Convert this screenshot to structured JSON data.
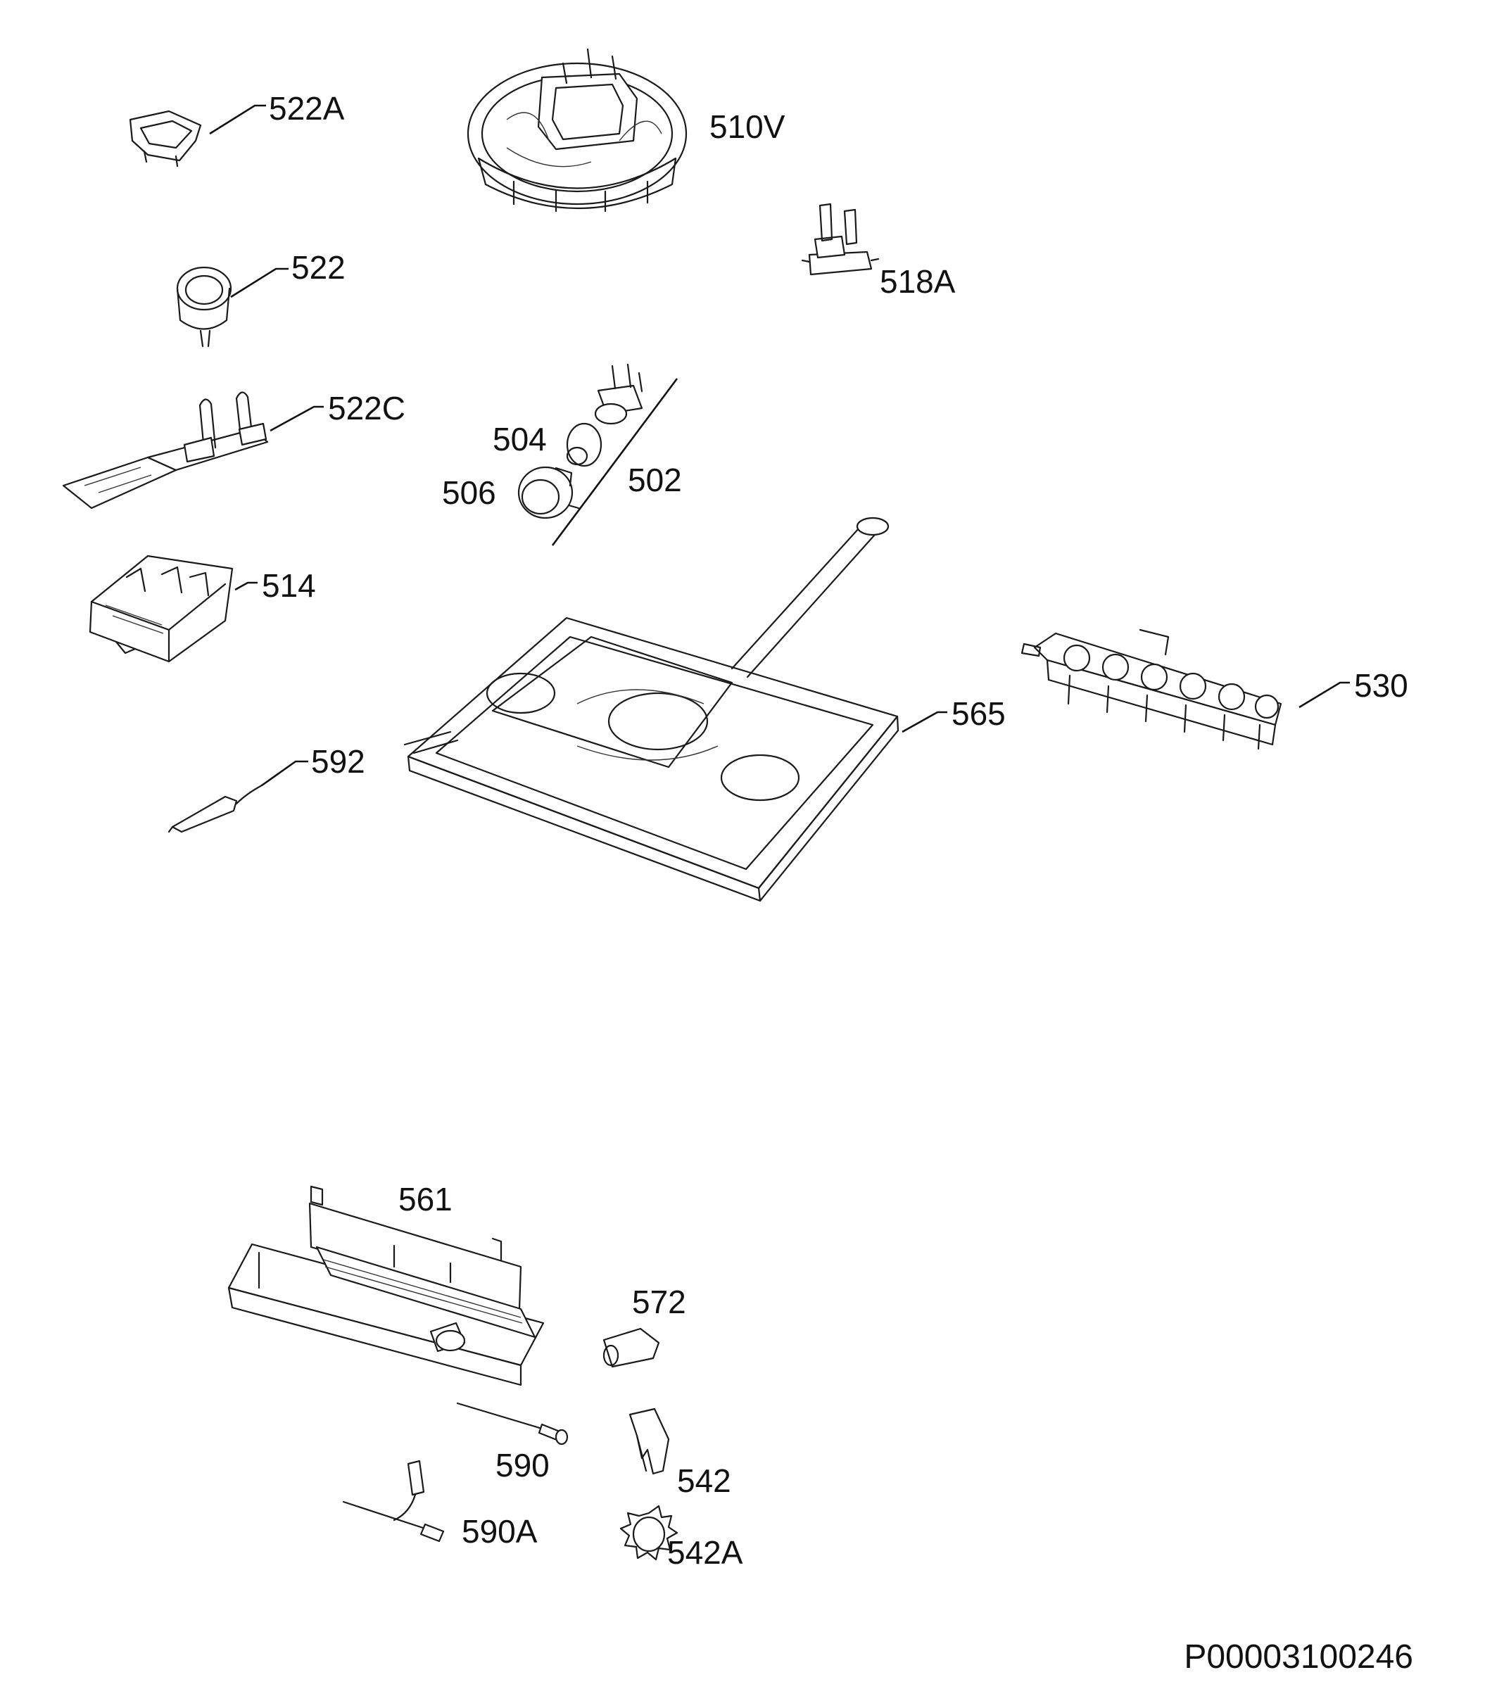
{
  "parts": [
    {
      "id": "p522A",
      "label": "522A"
    },
    {
      "id": "p510V",
      "label": "510V"
    },
    {
      "id": "p522",
      "label": "522"
    },
    {
      "id": "p518A",
      "label": "518A"
    },
    {
      "id": "p522C",
      "label": "522C"
    },
    {
      "id": "p504",
      "label": "504"
    },
    {
      "id": "p502",
      "label": "502"
    },
    {
      "id": "p506",
      "label": "506"
    },
    {
      "id": "p514",
      "label": "514"
    },
    {
      "id": "p530",
      "label": "530"
    },
    {
      "id": "p565",
      "label": "565"
    },
    {
      "id": "p592",
      "label": "592"
    },
    {
      "id": "p561",
      "label": "561"
    },
    {
      "id": "p572",
      "label": "572"
    },
    {
      "id": "p590",
      "label": "590"
    },
    {
      "id": "p542",
      "label": "542"
    },
    {
      "id": "p590A",
      "label": "590A"
    },
    {
      "id": "p542A",
      "label": "542A"
    }
  ],
  "document_id": "P00003100246",
  "colors": {
    "line": "#1a1a1a",
    "background": "#ffffff"
  }
}
